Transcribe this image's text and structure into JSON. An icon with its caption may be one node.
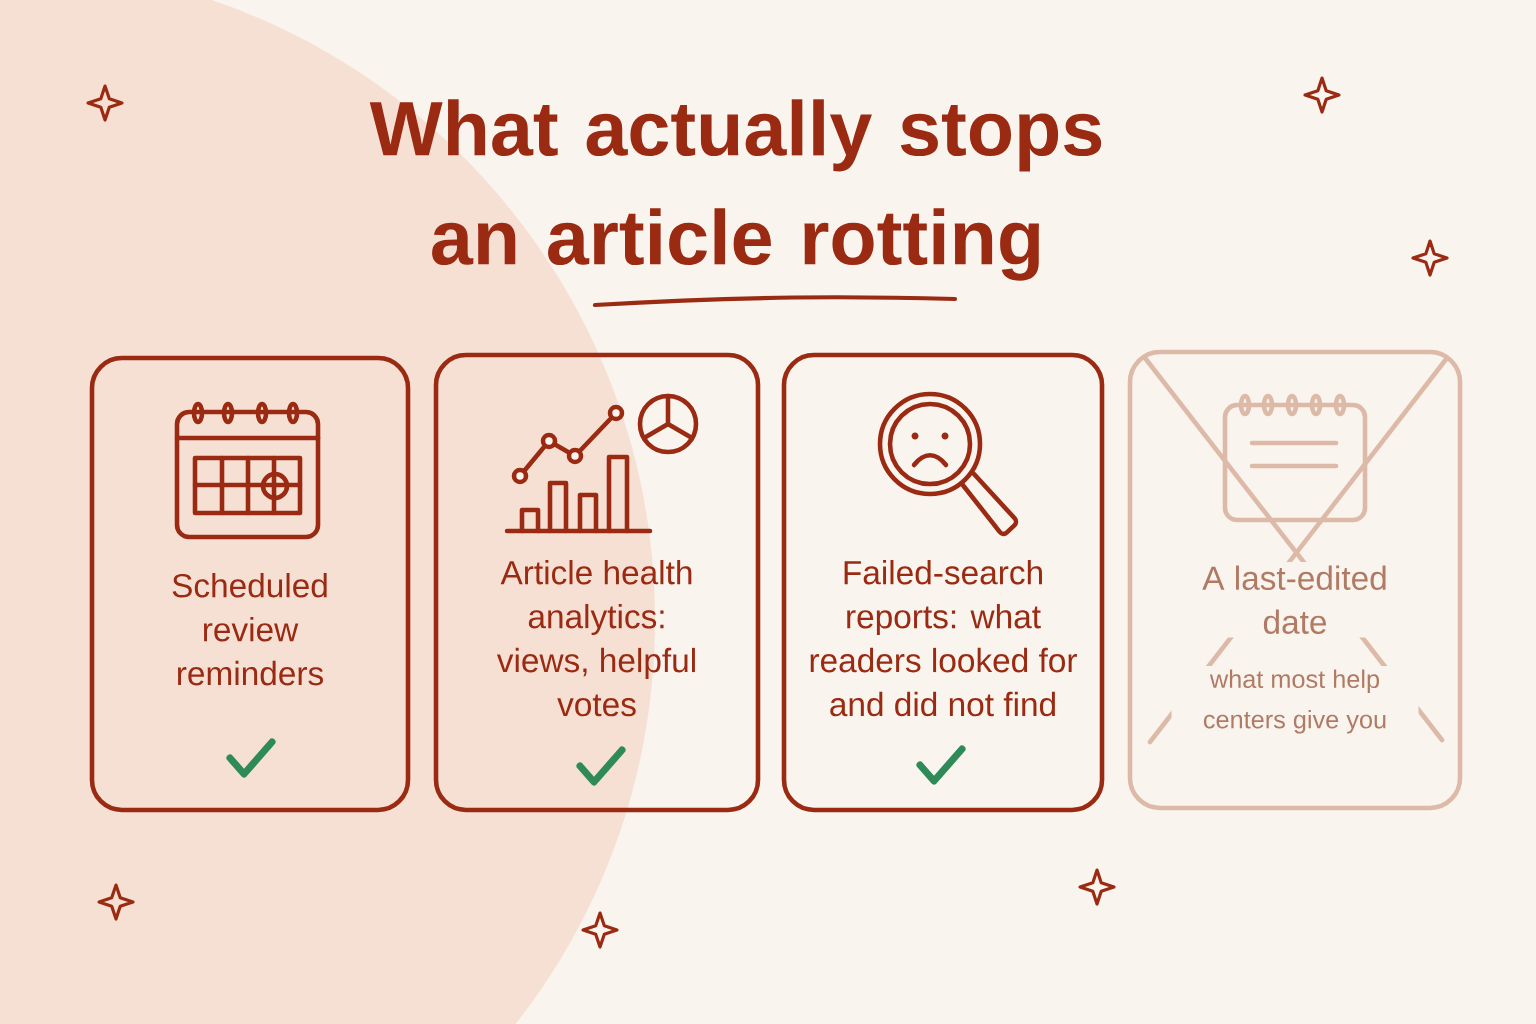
{
  "diagram": {
    "title": "What actually stops an article rotting",
    "nodes": [
      {
        "text": [
          "Scheduled review reminders"
        ]
      },
      {
        "text": [
          "Article health analytics: views, helpful votes"
        ]
      },
      {
        "text": [
          "Failed-search reports: what readers looked for and did not find"
        ]
      },
      {
        "text": [
          "A last-edited date",
          "what most help centers give you"
        ]
      }
    ],
    "edges": []
  }
}
